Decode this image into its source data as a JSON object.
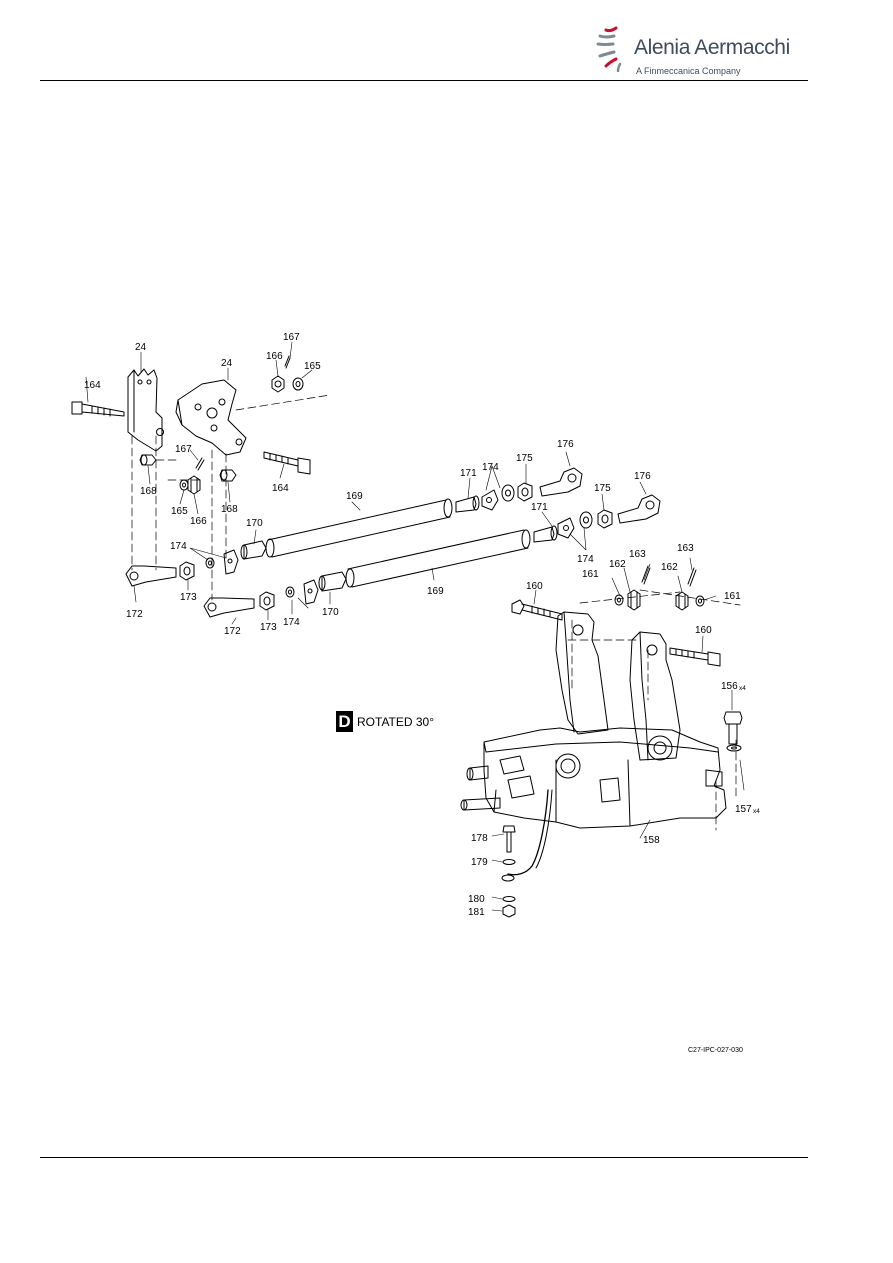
{
  "header": {
    "brand": "Alenia Aermacchi",
    "tagline": "A Finmeccanica Company",
    "logo_icon": "aermacchi-swoosh-icon"
  },
  "figure": {
    "view_label": {
      "letter": "D",
      "text": "ROTATED 30°"
    },
    "callouts": [
      {
        "id": "24a",
        "text": "24"
      },
      {
        "id": "24b",
        "text": "24"
      },
      {
        "id": "164a",
        "text": "164"
      },
      {
        "id": "164b",
        "text": "164"
      },
      {
        "id": "166a",
        "text": "166"
      },
      {
        "id": "167a",
        "text": "167"
      },
      {
        "id": "165a",
        "text": "165"
      },
      {
        "id": "167b",
        "text": "167"
      },
      {
        "id": "165b",
        "text": "165"
      },
      {
        "id": "166b",
        "text": "166"
      },
      {
        "id": "168a",
        "text": "168"
      },
      {
        "id": "168b",
        "text": "168"
      },
      {
        "id": "169a",
        "text": "169"
      },
      {
        "id": "169b",
        "text": "169"
      },
      {
        "id": "170a",
        "text": "170"
      },
      {
        "id": "170b",
        "text": "170"
      },
      {
        "id": "171a",
        "text": "171"
      },
      {
        "id": "171b",
        "text": "171"
      },
      {
        "id": "174a",
        "text": "174"
      },
      {
        "id": "174b",
        "text": "174"
      },
      {
        "id": "174c",
        "text": "174"
      },
      {
        "id": "174d",
        "text": "174"
      },
      {
        "id": "175a",
        "text": "175"
      },
      {
        "id": "175b",
        "text": "175"
      },
      {
        "id": "176a",
        "text": "176"
      },
      {
        "id": "176b",
        "text": "176"
      },
      {
        "id": "172a",
        "text": "172"
      },
      {
        "id": "172b",
        "text": "172"
      },
      {
        "id": "173a",
        "text": "173"
      },
      {
        "id": "173b",
        "text": "173"
      },
      {
        "id": "160a",
        "text": "160"
      },
      {
        "id": "160b",
        "text": "160"
      },
      {
        "id": "161a",
        "text": "161"
      },
      {
        "id": "161b",
        "text": "161"
      },
      {
        "id": "162a",
        "text": "162"
      },
      {
        "id": "162b",
        "text": "162"
      },
      {
        "id": "163a",
        "text": "163"
      },
      {
        "id": "163b",
        "text": "163"
      },
      {
        "id": "156",
        "text": "156"
      },
      {
        "id": "157",
        "text": "157"
      },
      {
        "id": "158",
        "text": "158"
      },
      {
        "id": "178",
        "text": "178"
      },
      {
        "id": "179",
        "text": "179"
      },
      {
        "id": "180",
        "text": "180"
      },
      {
        "id": "181",
        "text": "181"
      }
    ],
    "quantity_156": "x4",
    "quantity_157": "x4",
    "figure_id": "C27-IPC-027-030"
  }
}
